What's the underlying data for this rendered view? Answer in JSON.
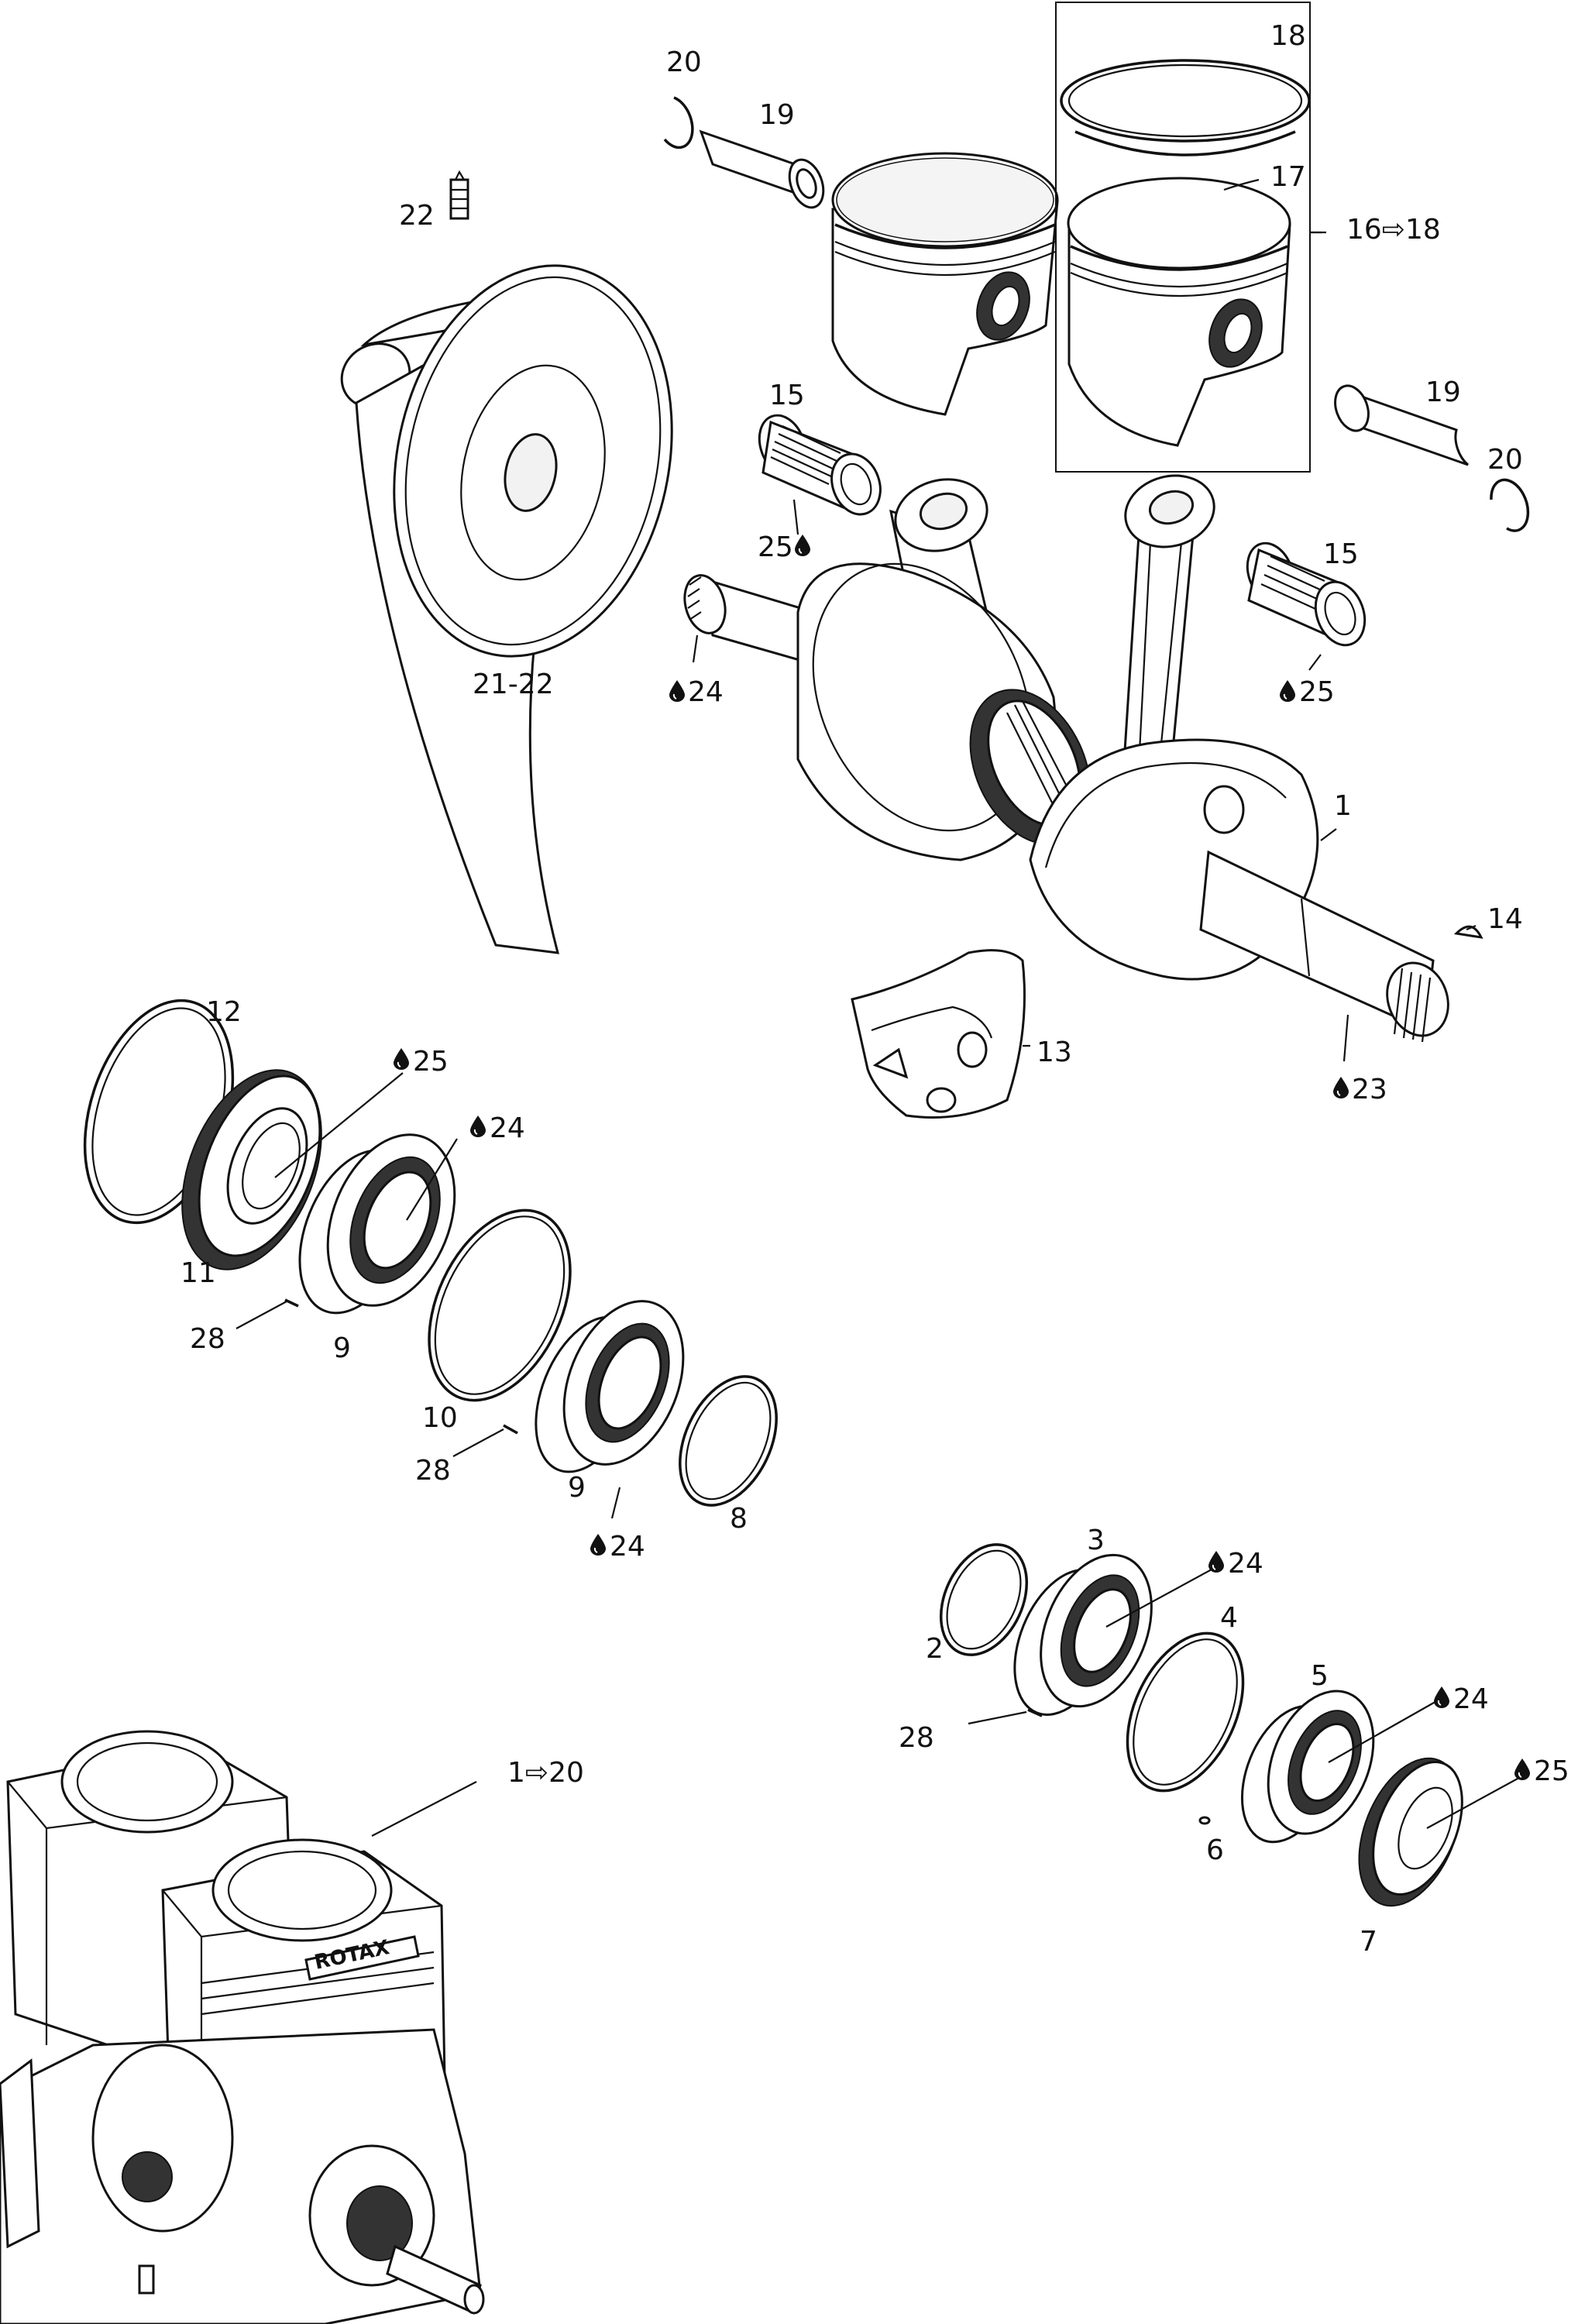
{
  "callouts": {
    "c20a": "20",
    "c19a": "19",
    "c18": "18",
    "c17": "17",
    "c16": "16⇨18",
    "c22": "22",
    "c19b": "19",
    "c20b": "20",
    "c15a": "15",
    "c25a": "25",
    "c15b": "15",
    "c24a": "24",
    "c25b": "25",
    "c2122": "21-22",
    "c1": "1",
    "c14": "14",
    "c13": "13",
    "c23": "23",
    "c12": "12",
    "c25c": "25",
    "c24b": "24",
    "c11": "11",
    "c28a": "28",
    "c9a": "9",
    "c10": "10",
    "c28b": "28",
    "c9b": "9",
    "c8": "8",
    "c24c": "24",
    "c3": "3",
    "c24d": "24",
    "c4": "4",
    "c2": "2",
    "c28c": "28",
    "c5": "5",
    "c24e": "24",
    "c25d": "25",
    "c6": "6",
    "c7": "7",
    "c120": "1⇨20"
  },
  "engine_brand": "ROTAX"
}
